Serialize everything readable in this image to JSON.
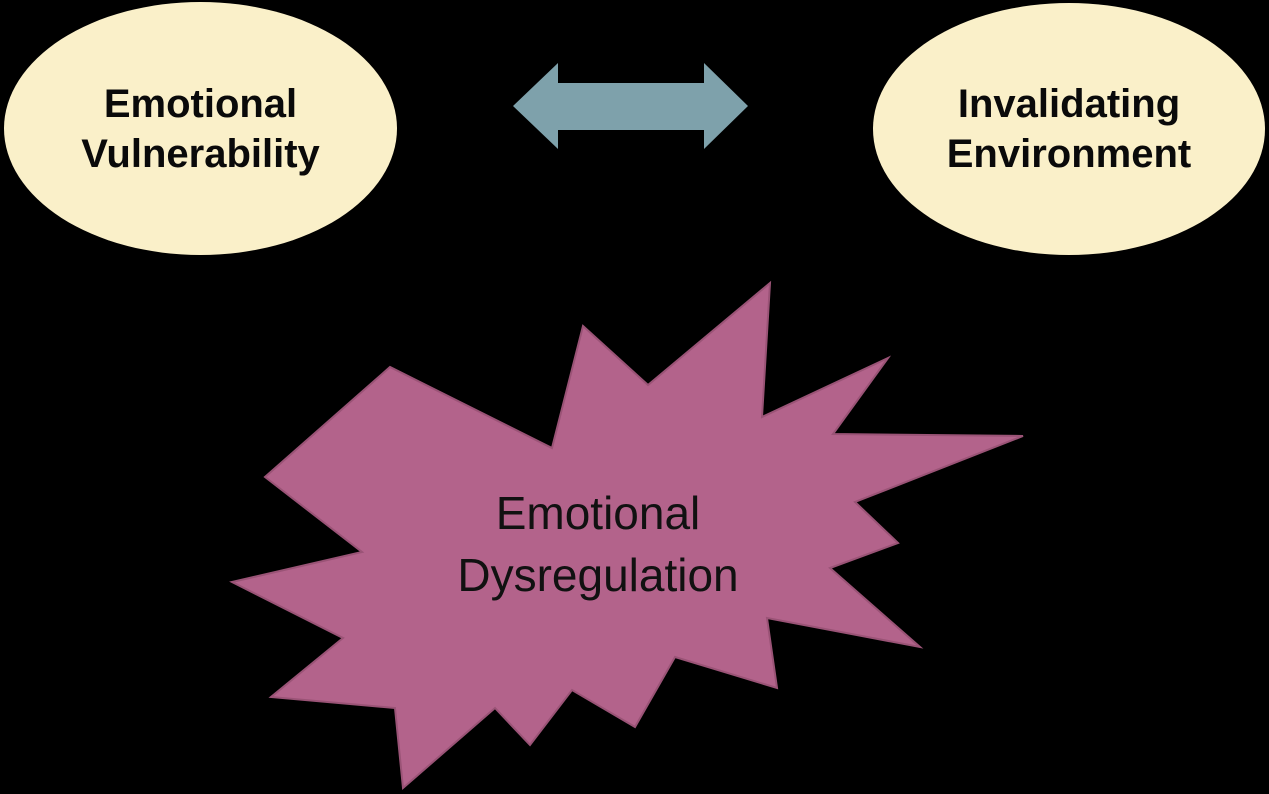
{
  "diagram": {
    "title": "Biosocial model diagram",
    "background_color": "#000000",
    "nodes": {
      "emotional_vulnerability": {
        "shape": "ellipse",
        "lines": [
          "Emotional",
          "Vulnerability"
        ],
        "fill": "#FAF0C9",
        "text_color": "#0a0a0a"
      },
      "invalidating_environment": {
        "shape": "ellipse",
        "lines": [
          "Invalidating",
          "Environment"
        ],
        "fill": "#FAF0C9",
        "text_color": "#0a0a0a"
      },
      "emotional_dysregulation": {
        "shape": "starburst",
        "lines": [
          "Emotional",
          "Dysregulation"
        ],
        "fill": "#B3638B",
        "stroke": "#9A5376",
        "text_color": "#111111"
      }
    },
    "connector": {
      "type": "double-headed-arrow",
      "between": [
        "emotional_vulnerability",
        "invalidating_environment"
      ],
      "fill": "#7EA1AB"
    }
  }
}
